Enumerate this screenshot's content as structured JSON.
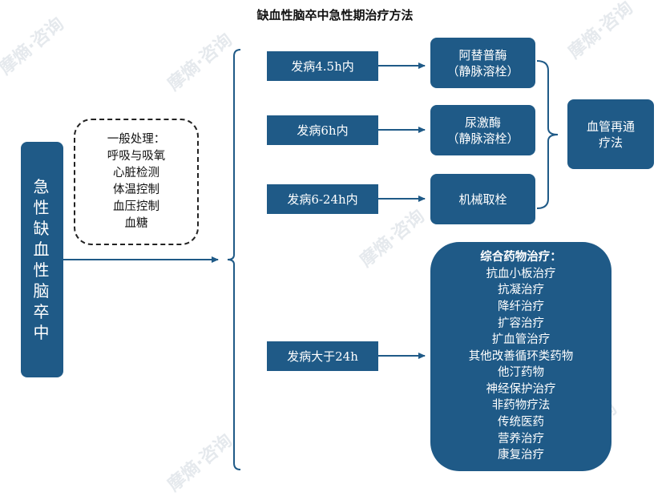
{
  "title": "缺血性脑卒中急性期治疗方法",
  "main_node": [
    "急",
    "性",
    "缺",
    "血",
    "性",
    "脑",
    "卒",
    "中"
  ],
  "general_care": {
    "heading": "一般处理：",
    "items": [
      "呼吸与吸氧",
      "心脏检测",
      "体温控制",
      "血压控制",
      "血糖"
    ]
  },
  "time_windows": [
    "发病4.5h内",
    "发病6h内",
    "发病6-24h内",
    "发病大于24h"
  ],
  "treatments": [
    {
      "line1": "阿替普酶",
      "line2": "（静脉溶栓）"
    },
    {
      "line1": "尿激酶",
      "line2": "（静脉溶栓）"
    },
    {
      "line1": "机械取栓",
      "line2": ""
    }
  ],
  "revascularization": [
    "血管再通",
    "疗法"
  ],
  "comprehensive": {
    "heading": "综合药物治疗：",
    "items": [
      "抗血小板治疗",
      "抗凝治疗",
      "降纤治疗",
      "扩容治疗",
      "扩血管治疗",
      "其他改善循环类药物",
      "他汀药物",
      "神经保护治疗",
      "非药物疗法",
      "传统医药",
      "营养治疗",
      "康复治疗"
    ]
  },
  "watermark": "摩熵·咨询",
  "colors": {
    "box": "#1f5a87",
    "line": "#1f5a87",
    "text": "#111111"
  }
}
